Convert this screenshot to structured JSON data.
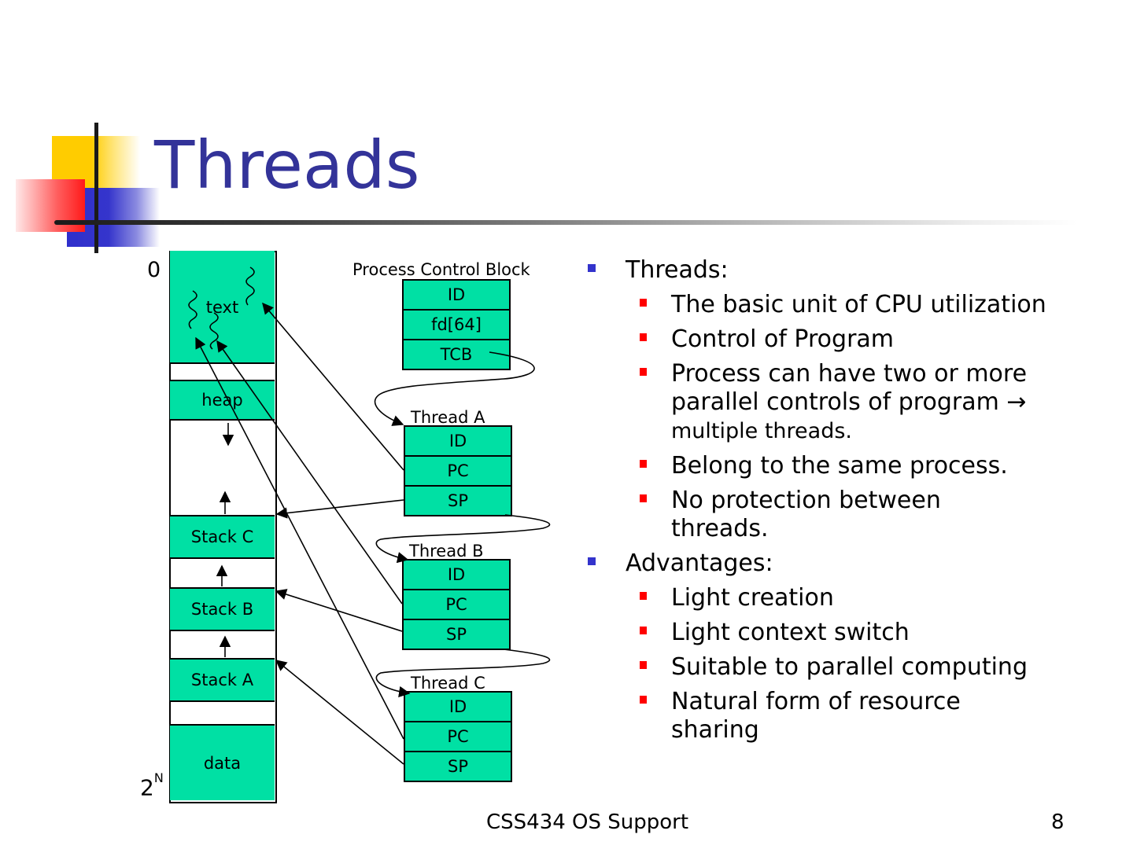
{
  "slide": {
    "title": "Threads",
    "footer": "CSS434 OS Support",
    "page_number": "8",
    "colors": {
      "title": "#333399",
      "block_fill": "#00e0a4",
      "level1_bullet": "#3333cc",
      "level2_bullet": "#ff0000"
    }
  },
  "diagram": {
    "address_low": "0",
    "address_high_base": "2",
    "address_high_exp": "N",
    "memory_segments": {
      "text": "text",
      "heap": "heap",
      "stack_c": "Stack C",
      "stack_b": "Stack B",
      "stack_a": "Stack A",
      "data": "data"
    },
    "pcb": {
      "title": "Process Control Block",
      "fields": [
        "ID",
        "fd[64]",
        "TCB"
      ]
    },
    "threads": [
      {
        "title": "Thread A",
        "fields": [
          "ID",
          "PC",
          "SP"
        ]
      },
      {
        "title": "Thread B",
        "fields": [
          "ID",
          "PC",
          "SP"
        ]
      },
      {
        "title": "Thread C",
        "fields": [
          "ID",
          "PC",
          "SP"
        ]
      }
    ]
  },
  "bullets": [
    {
      "text": "Threads:",
      "children": [
        "The basic unit of CPU utilization",
        "Control of Program",
        {
          "line1": "Process can have two or more",
          "line2": "parallel controls of program →",
          "line3": "multiple threads."
        },
        "Belong to the same process.",
        {
          "line1": "No protection between",
          "line2": "threads."
        }
      ]
    },
    {
      "text": "Advantages:",
      "children": [
        "Light creation",
        "Light context switch",
        "Suitable to parallel computing",
        {
          "line1": "Natural form of resource",
          "line2": "sharing"
        }
      ]
    }
  ]
}
